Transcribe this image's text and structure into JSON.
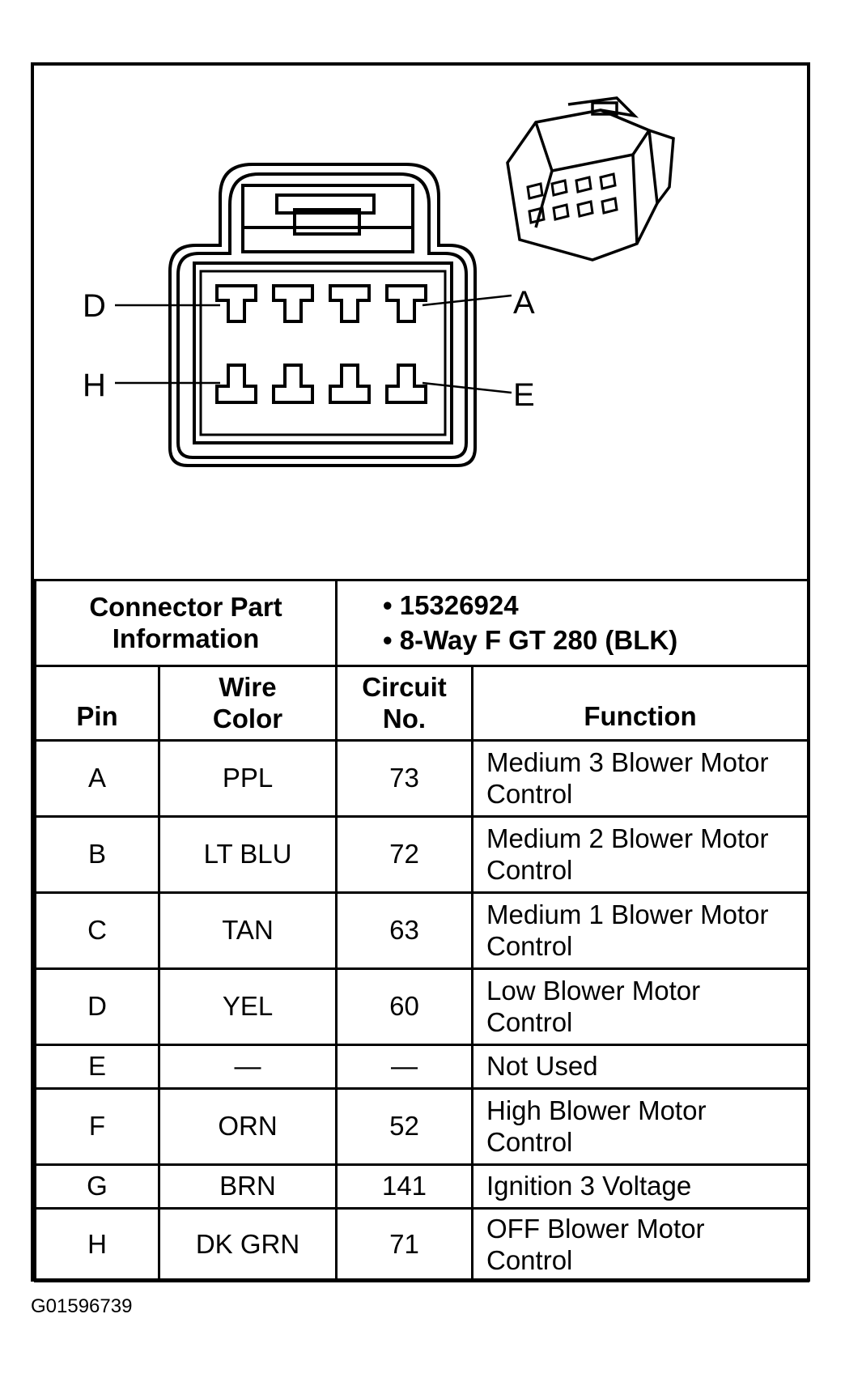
{
  "diagram": {
    "pin_labels": {
      "top_left": "D",
      "top_right": "A",
      "bottom_left": "H",
      "bottom_right": "E"
    }
  },
  "connector_info": {
    "label_line1": "Connector Part",
    "label_line2": "Information",
    "items": [
      "• 15326924",
      "• 8-Way F GT 280 (BLK)"
    ]
  },
  "table": {
    "headers": {
      "pin": "Pin",
      "wire_color_line1": "Wire",
      "wire_color_line2": "Color",
      "circuit_line1": "Circuit",
      "circuit_line2": "No.",
      "function": "Function"
    },
    "rows": [
      {
        "pin": "A",
        "color": "PPL",
        "circuit": "73",
        "function_l1": "Medium 3 Blower Motor",
        "function_l2": "Control"
      },
      {
        "pin": "B",
        "color": "LT BLU",
        "circuit": "72",
        "function_l1": "Medium 2 Blower Motor",
        "function_l2": "Control"
      },
      {
        "pin": "C",
        "color": "TAN",
        "circuit": "63",
        "function_l1": "Medium 1 Blower Motor",
        "function_l2": "Control"
      },
      {
        "pin": "D",
        "color": "YEL",
        "circuit": "60",
        "function_l1": "Low Blower Motor",
        "function_l2": "Control"
      },
      {
        "pin": "E",
        "color": "—",
        "circuit": "—",
        "function_l1": "Not Used",
        "function_l2": ""
      },
      {
        "pin": "F",
        "color": "ORN",
        "circuit": "52",
        "function_l1": "High Blower Motor",
        "function_l2": "Control"
      },
      {
        "pin": "G",
        "color": "BRN",
        "circuit": "141",
        "function_l1": "Ignition 3 Voltage",
        "function_l2": ""
      },
      {
        "pin": "H",
        "color": "DK GRN",
        "circuit": "71",
        "function_l1": "OFF Blower Motor",
        "function_l2": "Control"
      }
    ]
  },
  "footer_code": "G01596739"
}
